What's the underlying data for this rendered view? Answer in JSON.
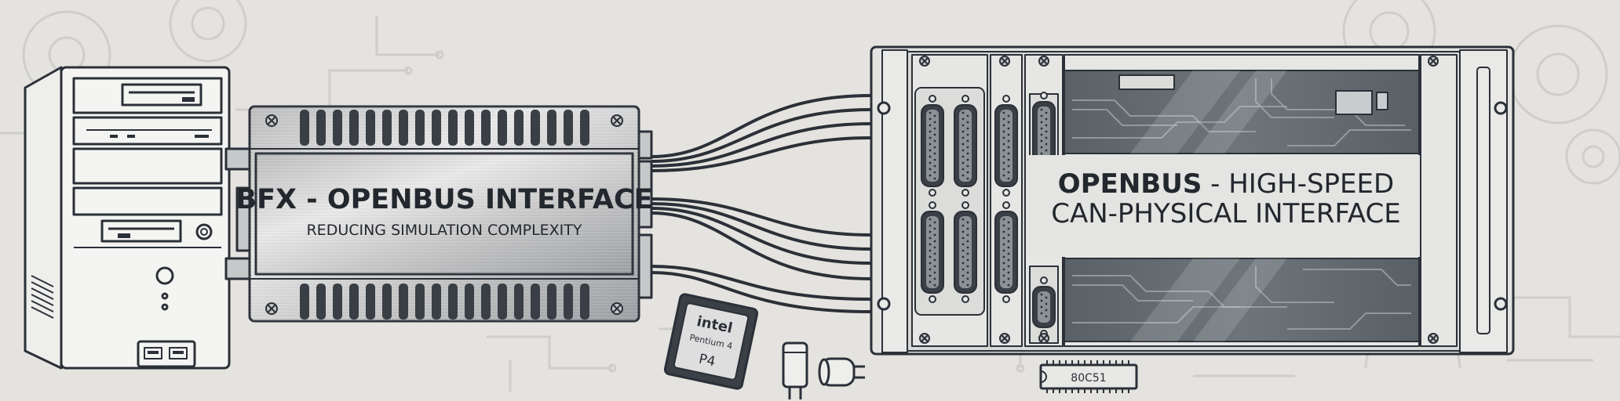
{
  "colors": {
    "background": "#e4e3df",
    "outline": "#2b3038",
    "metal_light": "#d9d9d9",
    "metal_dark": "#8c8f93",
    "pcb": "#5d6469",
    "trace": "#9aa2a6",
    "decor_line": "#cfcec9"
  },
  "bfx_box": {
    "title": "BFX - OPENBUS INTERFACE",
    "subtitle": "REDUCING SIMULATION COMPLEXITY"
  },
  "openbus_rack": {
    "title_bold": "OPENBUS",
    "title_rest": " - HIGH-SPEED",
    "subtitle": "CAN-PHYSICAL INTERFACE"
  },
  "cpu_chip": {
    "brand": "intel",
    "model": "Pentium 4",
    "code": "P4"
  },
  "dip_chip": {
    "label": "80C51"
  }
}
